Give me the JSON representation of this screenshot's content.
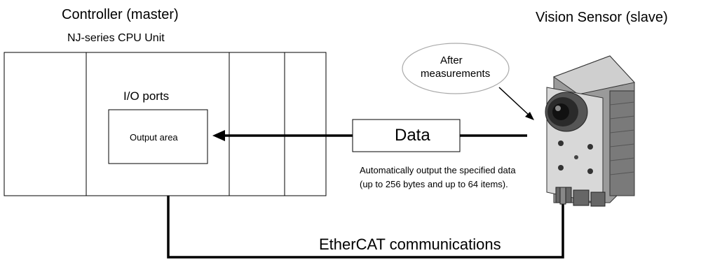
{
  "controller": {
    "title": "Controller (master)",
    "unit_label": "NJ-series CPU Unit",
    "io_label": "I/O ports",
    "output_area_label": "Output area"
  },
  "sensor": {
    "title": "Vision Sensor (slave)",
    "bubble_line1": "After",
    "bubble_line2": "measurements"
  },
  "data_box": {
    "label": "Data"
  },
  "note": {
    "text": "Automatically output the specified data (up to 256 bytes and up to 64 items)."
  },
  "bus": {
    "label": "EtherCAT communications"
  },
  "colors": {
    "line": "#000000",
    "bubble_fill": "#ffffff",
    "bubble_stroke": "#aaaaaa",
    "sensor_dark": "#222222",
    "sensor_mid": "#777777",
    "sensor_light": "#d8d8d8"
  }
}
